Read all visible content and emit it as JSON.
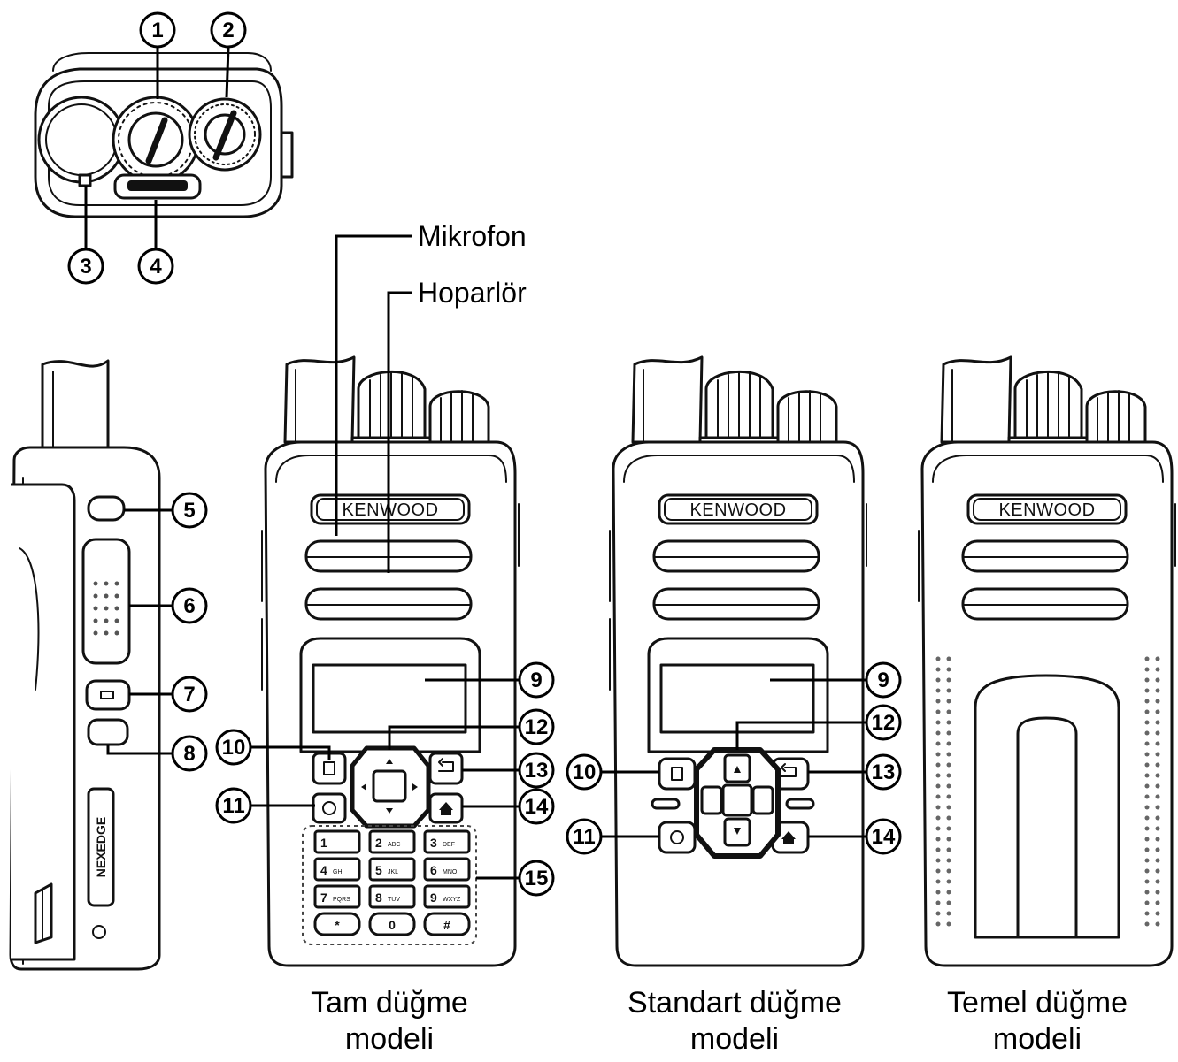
{
  "labels": {
    "microphone": "Mikrofon",
    "speaker": "Hoparlör"
  },
  "brand": "KENWOOD",
  "side_logo": "NEXEDGE",
  "captions": {
    "full": [
      "Tam düğme",
      "modeli"
    ],
    "standard": [
      "Standart düğme",
      "modeli"
    ],
    "basic": [
      "Temel düğme",
      "modeli"
    ]
  },
  "callouts": {
    "c1": "1",
    "c2": "2",
    "c3": "3",
    "c4": "4",
    "c5": "5",
    "c6": "6",
    "c7": "7",
    "c8": "8",
    "c9": "9",
    "c10": "10",
    "c11": "11",
    "c12": "12",
    "c13": "13",
    "c14": "14",
    "c15": "15"
  },
  "keypad": [
    [
      "1",
      "2",
      "3"
    ],
    [
      "4",
      "5",
      "6"
    ],
    [
      "7",
      "8",
      "9"
    ],
    [
      "*",
      "0",
      "#"
    ]
  ],
  "keypad_sub": [
    [
      "",
      "ABC",
      "DEF"
    ],
    [
      "GHI",
      "JKL",
      "MNO"
    ],
    [
      "PQRS",
      "TUV",
      "WXYZ"
    ],
    [
      "",
      "",
      ""
    ]
  ]
}
